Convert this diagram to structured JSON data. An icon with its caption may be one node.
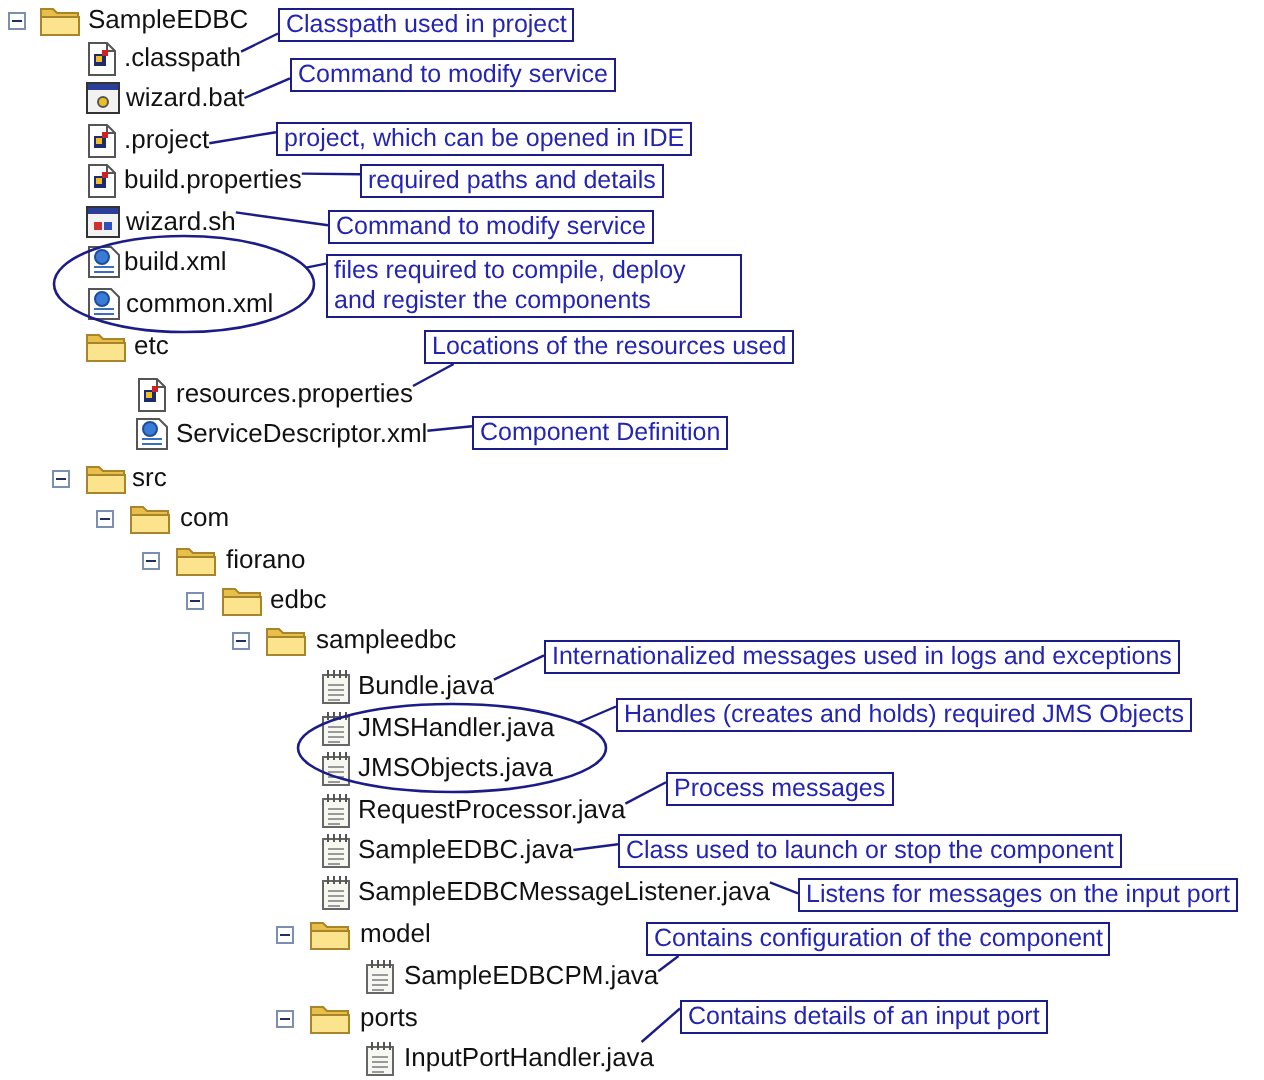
{
  "diagram": {
    "nodes": [
      {
        "text": [
          "SampleEDBC"
        ]
      },
      {
        "text": [
          "Classpath used in project"
        ]
      },
      {
        "text": [
          ".classpath"
        ]
      },
      {
        "text": [
          "Command to modify service"
        ]
      },
      {
        "text": [
          "wizard.bat"
        ]
      },
      {
        "text": [
          "project, which can be opened in IDE"
        ]
      },
      {
        "text": [
          ".project"
        ]
      },
      {
        "text": [
          "required paths and details"
        ]
      },
      {
        "text": [
          "build.properties"
        ]
      },
      {
        "text": [
          "wizard.sh"
        ]
      },
      {
        "text": [
          "Command to modify service"
        ]
      },
      {
        "text": [],
        "shape": "ellipse"
      },
      {
        "text": [
          "build.xml"
        ],
        "in": 11
      },
      {
        "text": [
          "files required to compile, deploy and register the components"
        ]
      },
      {
        "text": [
          "common.xml"
        ],
        "in": 11
      },
      {
        "text": [
          "etc"
        ]
      },
      {
        "text": [
          "Locations of the resources used"
        ]
      },
      {
        "text": [
          "resources.properties"
        ]
      },
      {
        "text": [
          "ServiceDescriptor.xml"
        ]
      },
      {
        "text": [
          "Component Definition"
        ]
      },
      {
        "text": [
          "src"
        ]
      },
      {
        "text": [
          "com"
        ]
      },
      {
        "text": [
          "fiorano"
        ]
      },
      {
        "text": [
          "edbc"
        ]
      },
      {
        "text": [
          "sampleedbc"
        ]
      },
      {
        "text": [
          "Internationalized messages used in logs and exceptions"
        ]
      },
      {
        "text": [
          "Bundle.java"
        ]
      },
      {
        "text": [
          "Handles (creates and holds) required JMS Objects"
        ]
      },
      {
        "text": [],
        "shape": "ellipse"
      },
      {
        "text": [
          "JMSHandler.java"
        ],
        "in": 28
      },
      {
        "text": [
          "JMSObjects.java"
        ],
        "in": 28
      },
      {
        "text": [
          "Process messages"
        ]
      },
      {
        "text": [
          "RequestProcessor.java"
        ]
      },
      {
        "text": [
          "SampleEDBC.java"
        ]
      },
      {
        "text": [
          "Class used to launch or stop the component"
        ]
      },
      {
        "text": [
          "SampleEDBCMessageListener.java"
        ]
      },
      {
        "text": [
          "Listens for messages on the input port"
        ]
      },
      {
        "text": [
          "model"
        ]
      },
      {
        "text": [
          "Contains configuration of the component"
        ]
      },
      {
        "text": [
          "SampleEDBCPM.java"
        ]
      },
      {
        "text": [
          "ports"
        ]
      },
      {
        "text": [
          "Contains details of an input port"
        ]
      },
      {
        "text": [
          "InputPortHandler.java"
        ]
      }
    ],
    "edges": [
      {
        "from": 1,
        "to": 2,
        "arrow": "none"
      },
      {
        "from": 3,
        "to": 4,
        "arrow": "none"
      },
      {
        "from": 5,
        "to": 6,
        "arrow": "none"
      },
      {
        "from": 7,
        "to": 8,
        "arrow": "none"
      },
      {
        "from": 10,
        "to": 9,
        "arrow": "none"
      },
      {
        "from": 13,
        "to": 11,
        "arrow": "none"
      },
      {
        "from": 16,
        "to": 17,
        "arrow": "none"
      },
      {
        "from": 19,
        "to": 18,
        "arrow": "none"
      },
      {
        "from": 25,
        "to": 26,
        "arrow": "none"
      },
      {
        "from": 27,
        "to": 28,
        "arrow": "none"
      },
      {
        "from": 31,
        "to": 32,
        "arrow": "none"
      },
      {
        "from": 34,
        "to": 33,
        "arrow": "none"
      },
      {
        "from": 36,
        "to": 35,
        "arrow": "none"
      },
      {
        "from": 38,
        "to": 39,
        "arrow": "none"
      },
      {
        "from": 41,
        "to": 42,
        "arrow": "none"
      }
    ]
  }
}
